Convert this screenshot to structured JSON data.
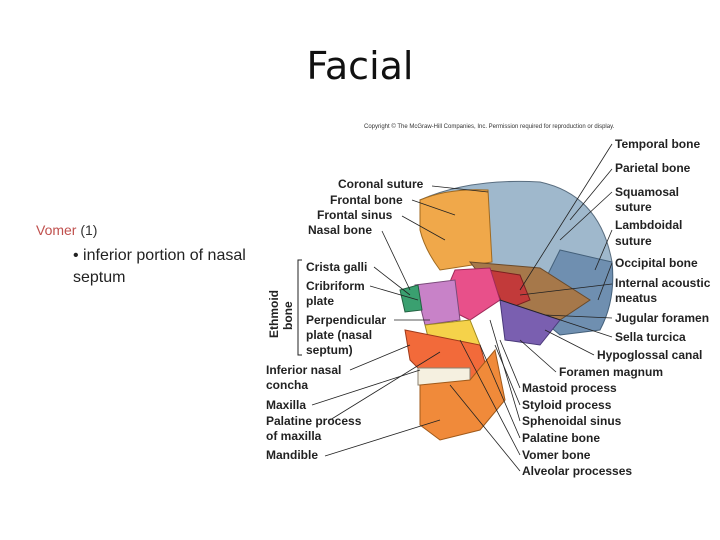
{
  "slide": {
    "title": "Facial",
    "bullet_term": "Vomer",
    "bullet_count": "(1)",
    "sub_bullet": "• inferior portion of nasal septum"
  },
  "figure": {
    "copyright": "Copyright © The McGraw-Hill Companies, Inc. Permission required for reproduction or display.",
    "group_label_1": "Ethmoid",
    "group_label_2": "bone",
    "left_labels": {
      "coronal_suture": "Coronal suture",
      "frontal_bone": "Frontal bone",
      "frontal_sinus": "Frontal sinus",
      "nasal_bone": "Nasal bone",
      "crista_galli": "Crista galli",
      "cribriform_1": "Cribriform",
      "cribriform_2": "plate",
      "perpendicular_1": "Perpendicular",
      "perpendicular_2": "plate (nasal",
      "perpendicular_3": "septum)",
      "inferior_nasal_1": "Inferior nasal",
      "inferior_nasal_2": "concha",
      "maxilla": "Maxilla",
      "palatine_process_1": "Palatine process",
      "palatine_process_2": "of maxilla",
      "mandible": "Mandible"
    },
    "right_labels": {
      "temporal_bone": "Temporal bone",
      "parietal_bone": "Parietal bone",
      "squamosal_1": "Squamosal",
      "squamosal_2": "suture",
      "lambdoidal_1": "Lambdoidal",
      "lambdoidal_2": "suture",
      "occipital_bone": "Occipital bone",
      "internal_acoustic_1": "Internal acoustic",
      "internal_acoustic_2": "meatus",
      "jugular_foramen": "Jugular foramen",
      "sella_turcica": "Sella turcica",
      "hypoglossal_canal": "Hypoglossal canal",
      "foramen_magnum": "Foramen magnum",
      "mastoid_process": "Mastoid process",
      "styloid_process": "Styloid process",
      "sphenoidal_sinus": "Sphenoidal sinus",
      "palatine_bone": "Palatine bone",
      "vomer_bone": "Vomer bone",
      "alveolar_processes": "Alveolar processes"
    },
    "colors": {
      "parietal": "#9fb8cc",
      "frontal": "#f0a84a",
      "occipital": "#6f8fb0",
      "sphenoid": "#e8508a",
      "ethmoid": "#c882c8",
      "maxilla": "#f26a3a",
      "mandible": "#f08a3a",
      "temporal": "#c23a3a",
      "vomer": "#f5d24a",
      "palatine": "#7a5fb0",
      "nasal": "#3aa070"
    }
  }
}
